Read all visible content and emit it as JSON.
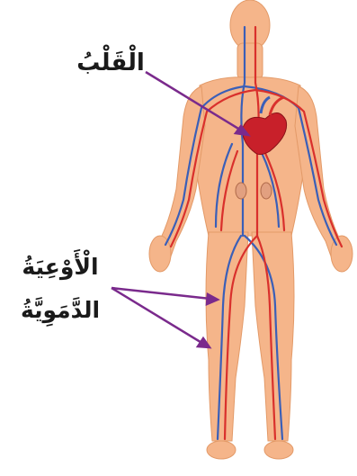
{
  "labels": {
    "heart": "الْقَلْبُ",
    "vessels_line1": "الْأَوْعِيَةُ",
    "vessels_line2": "الدَّمَوِيَّةُ"
  },
  "colors": {
    "skin": "#f5b58a",
    "skin_shadow": "#e8a070",
    "artery": "#d9302c",
    "vein": "#3a5fb8",
    "heart": "#c8202a",
    "pointer": "#7a2a8c"
  }
}
